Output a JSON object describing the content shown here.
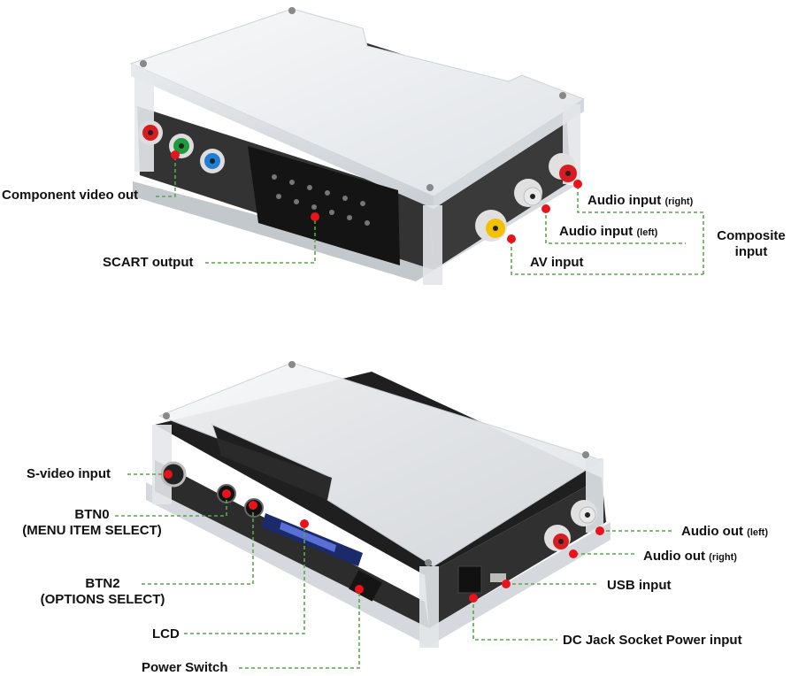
{
  "colors": {
    "callout_line": "#5aa84a",
    "marker": "#e8131b",
    "rca_red": "#d81c22",
    "rca_green": "#1f9a3e",
    "rca_blue": "#1f7fd6",
    "rca_yellow": "#f2c200",
    "rca_white": "#e9e9e9",
    "acrylic": "#eceff2",
    "pcb": "#1f1f1f"
  },
  "top_unit": {
    "component_video_out": "Component video out",
    "scart_output": "SCART output",
    "audio_input_right": {
      "text": "Audio input",
      "suffix": "(right)"
    },
    "audio_input_left": {
      "text": "Audio input",
      "suffix": "(left)"
    },
    "av_input": "AV input",
    "composite_input": {
      "line1": "Composite",
      "line2": "input"
    }
  },
  "bottom_unit": {
    "s_video_input": "S-video input",
    "btn0": {
      "line1": "BTN0",
      "line2": "(MENU ITEM SELECT)"
    },
    "btn2": {
      "line1": "BTN2",
      "line2": "(OPTIONS SELECT)"
    },
    "lcd": "LCD",
    "power_switch": "Power Switch",
    "audio_out_left": {
      "text": "Audio out",
      "suffix": "(left)"
    },
    "audio_out_right": {
      "text": "Audio out",
      "suffix": "(right)"
    },
    "usb_input": "USB input",
    "dc_jack": "DC Jack Socket Power input"
  }
}
